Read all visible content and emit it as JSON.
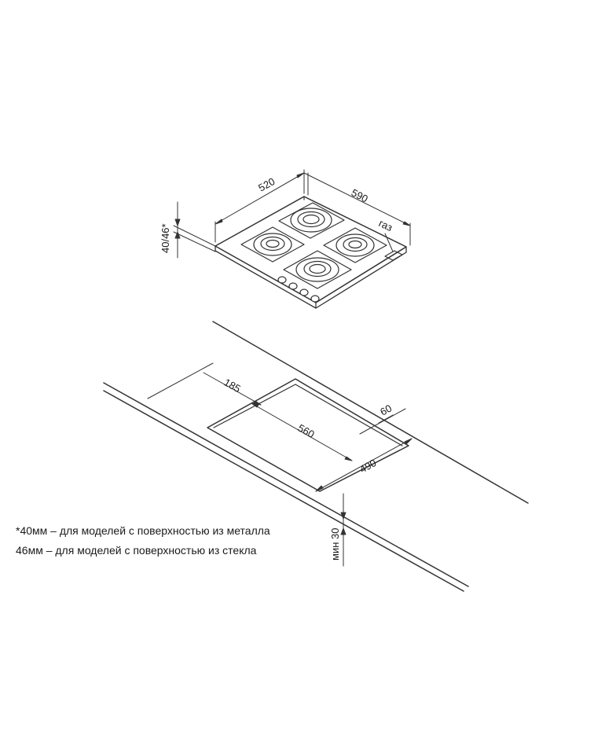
{
  "hob": {
    "dim_depth": "520",
    "dim_width": "590",
    "dim_height": "40/46*",
    "gas_label": "газ"
  },
  "cutout": {
    "dim_rear_offset": "185",
    "dim_width": "560",
    "dim_side_offset": "60",
    "dim_depth": "490",
    "dim_min_thickness": "мин 30"
  },
  "notes": {
    "line1": "*40мм – для моделей с поверхностью  из металла",
    "line2": "46мм – для моделей с поверхностью  из стекла"
  },
  "colors": {
    "line": "#333333",
    "text": "#1a1a1a",
    "background": "#ffffff"
  }
}
